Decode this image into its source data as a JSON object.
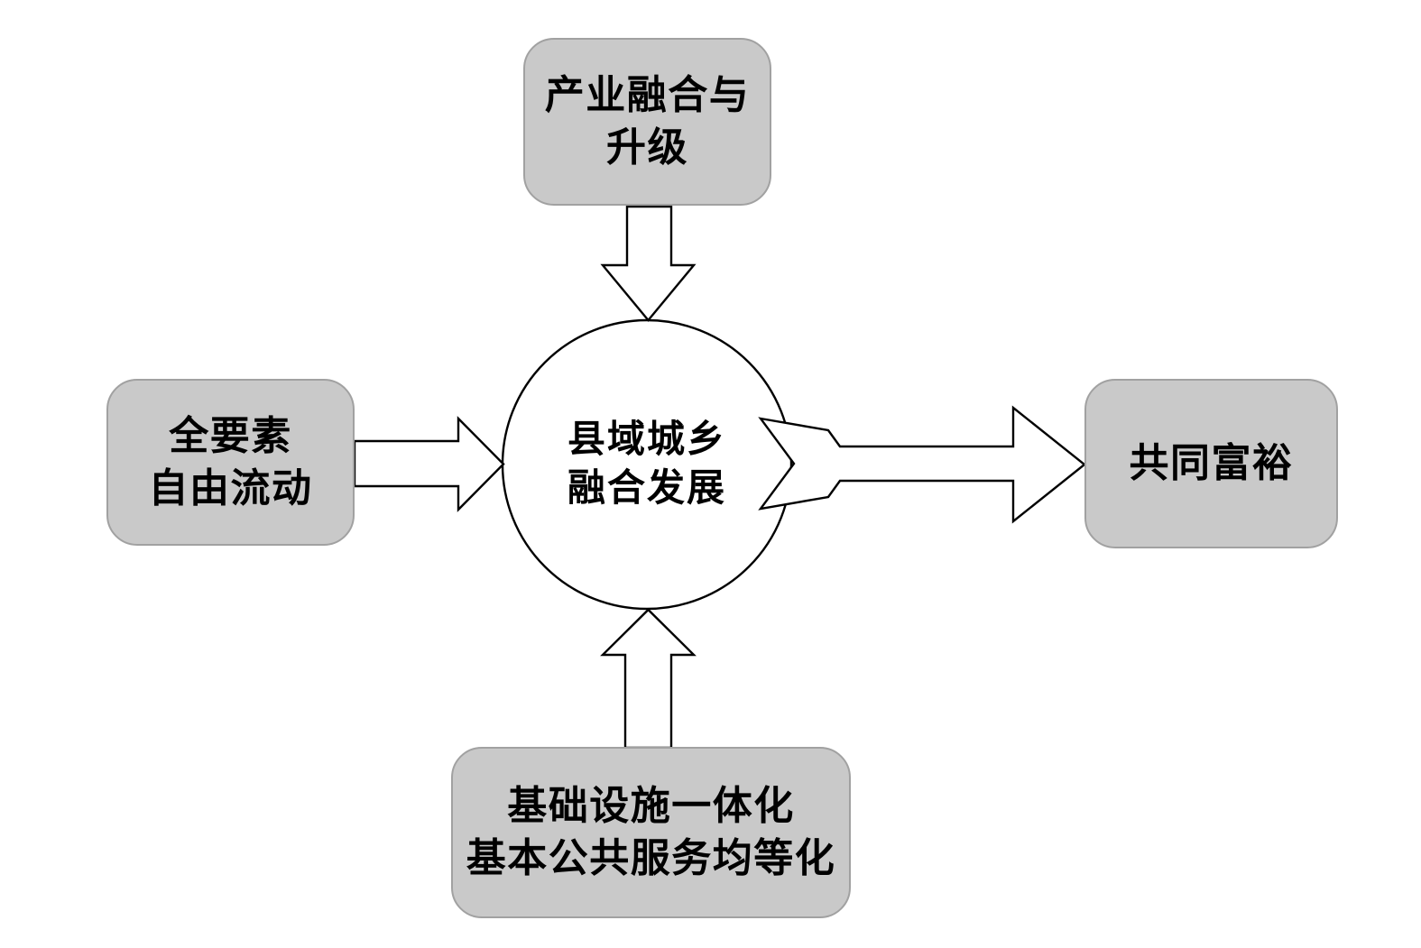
{
  "diagram": {
    "type": "flow-diagram",
    "nodes": {
      "industry_upgrade": {
        "shape": "rounded-rectangle",
        "lines": [
          "产业融合与",
          "升级"
        ]
      },
      "factor_flow": {
        "shape": "rounded-rectangle",
        "lines": [
          "全要素",
          "自由流动"
        ]
      },
      "county_integration": {
        "shape": "circle",
        "lines": [
          "县域城乡",
          "融合发展"
        ]
      },
      "common_prosperity": {
        "shape": "rounded-rectangle",
        "lines": [
          "共同富裕"
        ]
      },
      "infrastructure_services": {
        "shape": "rounded-rectangle",
        "lines": [
          "基础设施一体化",
          "基本公共服务均等化"
        ]
      }
    },
    "edges": [
      {
        "from": "industry_upgrade",
        "to": "county_integration",
        "style": "block-arrow",
        "direction": "down"
      },
      {
        "from": "factor_flow",
        "to": "county_integration",
        "style": "block-arrow",
        "direction": "right"
      },
      {
        "from": "infrastructure_services",
        "to": "county_integration",
        "style": "block-arrow",
        "direction": "up"
      },
      {
        "from": "county_integration",
        "to": "common_prosperity",
        "style": "block-arrow-chevron-tail",
        "direction": "right"
      }
    ],
    "colors": {
      "background": "#ffffff",
      "box_fill": "#c9c9c9",
      "box_border": "#a1a1a1",
      "shape_fill": "#ffffff",
      "shape_stroke": "#000000",
      "text": "#000000"
    }
  }
}
